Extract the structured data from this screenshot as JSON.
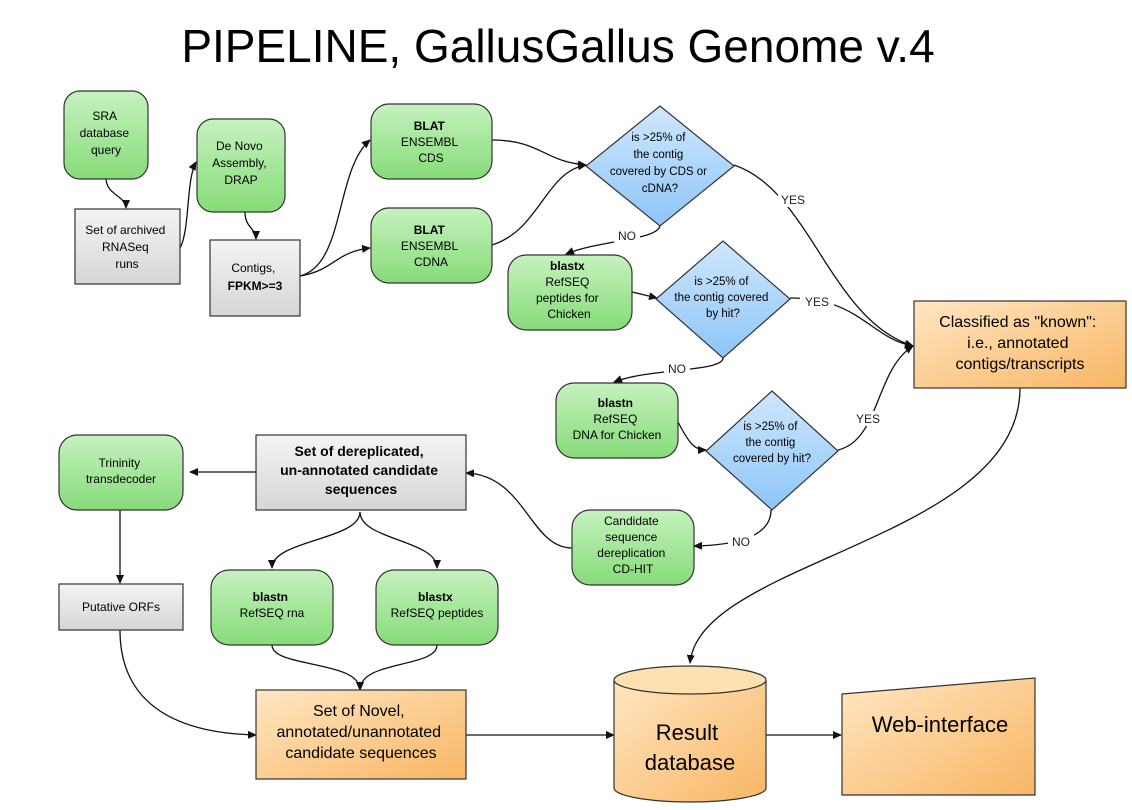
{
  "title": "PIPELINE, GallusGallus Genome v.4",
  "nodes": {
    "sra": {
      "lines": [
        "SRA",
        "database",
        "query"
      ]
    },
    "archived": {
      "lines": [
        "Set of archived",
        "RNASeq",
        "runs"
      ]
    },
    "denovo": {
      "lines": [
        "De Novo",
        "Assembly,",
        "DRAP"
      ]
    },
    "contigs": {
      "lines": [
        "Contigs,",
        "FPKM>=3"
      ]
    },
    "blat_cds": {
      "lines": [
        "BLAT",
        "ENSEMBL",
        "CDS"
      ]
    },
    "blat_cdna": {
      "lines": [
        "BLAT",
        "ENSEMBL",
        "CDNA"
      ]
    },
    "decision1": {
      "lines": [
        "is >25% of",
        "the contig",
        "covered by CDS or",
        "cDNA?"
      ]
    },
    "blastx_refseq": {
      "lines": [
        "blastx",
        "RefSEQ",
        "peptides for",
        "Chicken"
      ]
    },
    "decision2": {
      "lines": [
        "is >25% of",
        "the contig  covered",
        "by hit?"
      ]
    },
    "blastn_refseq": {
      "lines": [
        "blastn",
        "RefSEQ",
        "DNA for Chicken"
      ]
    },
    "decision3": {
      "lines": [
        "is >25% of",
        "the contig",
        "covered by hit?"
      ]
    },
    "known": {
      "lines": [
        "Classified as \"known\":",
        "i.e., annotated",
        "contigs/transcripts"
      ]
    },
    "dereplication": {
      "lines": [
        "Candidate",
        "sequence",
        "dereplication",
        "CD-HIT"
      ]
    },
    "dereplicated_set": {
      "lines": [
        "Set of dereplicated,",
        "un-annotated candidate",
        "sequences"
      ]
    },
    "trinity": {
      "lines": [
        "Trininity",
        "transdecoder"
      ]
    },
    "orfs": {
      "lines": [
        "Putative ORFs"
      ]
    },
    "blastn_rna": {
      "lines": [
        "blastn",
        "RefSEQ rna"
      ]
    },
    "blastx_pep": {
      "lines": [
        "blastx",
        "RefSEQ peptides"
      ]
    },
    "novel": {
      "lines": [
        "Set of Novel,",
        "annotated/unannotated",
        "candidate sequences"
      ]
    },
    "result_db": {
      "lines": [
        "Result",
        "database"
      ]
    },
    "web": {
      "lines": [
        "Web-interface"
      ]
    }
  },
  "edge_labels": {
    "d1_yes": "YES",
    "d1_no": "NO",
    "d2_yes": "YES",
    "d2_no": "NO",
    "d3_yes": "YES",
    "d3_no": "NO"
  },
  "colors": {
    "green": "#9ee693",
    "blue": "#a9d4fb",
    "gray": "#e4e4e4",
    "orange_light": "#ffe3b8",
    "orange_dark": "#f9b868"
  }
}
